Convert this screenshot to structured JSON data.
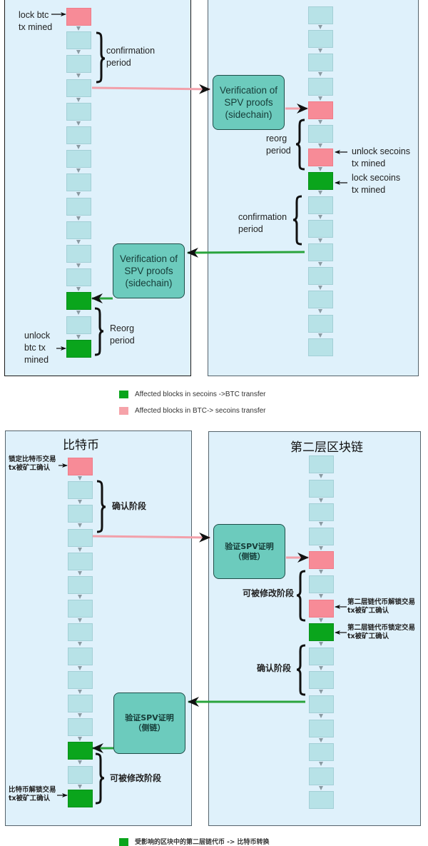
{
  "colors": {
    "panel_bg": "#dff1fb",
    "block": "#b7e2e7",
    "pink": "#f78b97",
    "green": "#0aa51c",
    "verify_box": "#6ccbbd"
  },
  "top_diagram": {
    "left_chain": {
      "label_lock": [
        "lock btc",
        "tx mined"
      ],
      "confirmation": [
        "confirmation",
        "period"
      ],
      "reorg": [
        "Reorg",
        "period"
      ],
      "label_unlock": [
        "unlock",
        "btc tx",
        "mined"
      ],
      "blocks": [
        "pink",
        "plain",
        "plain",
        "plain",
        "plain",
        "plain",
        "plain",
        "plain",
        "plain",
        "plain",
        "plain",
        "plain",
        "green",
        "plain",
        "green"
      ]
    },
    "right_chain": {
      "reorg": [
        "reorg",
        "period"
      ],
      "label_unlock": [
        "unlock secoins",
        "tx mined"
      ],
      "label_lock": [
        "lock secoins",
        "tx mined"
      ],
      "confirmation": [
        "confirmation",
        "period"
      ],
      "blocks": [
        "plain",
        "plain",
        "plain",
        "plain",
        "pink",
        "plain",
        "pink",
        "green",
        "plain",
        "plain",
        "plain",
        "plain",
        "plain",
        "plain",
        "plain"
      ]
    },
    "verify_top": [
      "Verification of",
      "SPV proofs",
      "(sidechain)"
    ],
    "verify_bottom": [
      "Verification of",
      "SPV proofs",
      "(sidechain)"
    ],
    "legend": [
      {
        "color": "green",
        "text": "Affected blocks in secoins ->BTC transfer"
      },
      {
        "color": "pink",
        "text": "Affected blocks in BTC-> secoins transfer"
      }
    ]
  },
  "bottom_diagram": {
    "left_title": "比特币",
    "right_title": "第二层区块链",
    "left_chain": {
      "label_lock": [
        "锁定比特币交易",
        "tx被矿工确认"
      ],
      "confirmation": "确认阶段",
      "reorg": "可被修改阶段",
      "label_unlock": [
        "比特币解锁交易",
        "tx被矿工确认"
      ],
      "blocks": [
        "pink",
        "plain",
        "plain",
        "plain",
        "plain",
        "plain",
        "plain",
        "plain",
        "plain",
        "plain",
        "plain",
        "plain",
        "green",
        "plain",
        "green"
      ]
    },
    "right_chain": {
      "reorg": "可被修改阶段",
      "label_unlock": [
        "第二层链代币解锁交易",
        "tx被矿工确认"
      ],
      "label_lock": [
        "第二层链代币锁定交易",
        "tx被矿工确认"
      ],
      "confirmation": "确认阶段",
      "blocks": [
        "plain",
        "plain",
        "plain",
        "plain",
        "pink",
        "plain",
        "pink",
        "green",
        "plain",
        "plain",
        "plain",
        "plain",
        "plain",
        "plain",
        "plain"
      ]
    },
    "verify_top": [
      "验证SPV证明",
      "（侧链）"
    ],
    "verify_bottom": [
      "验证SPV证明",
      "（侧链）"
    ],
    "legend": [
      {
        "color": "green",
        "text": "受影响的区块中的第二层链代币 -> 比特币转换"
      }
    ]
  }
}
